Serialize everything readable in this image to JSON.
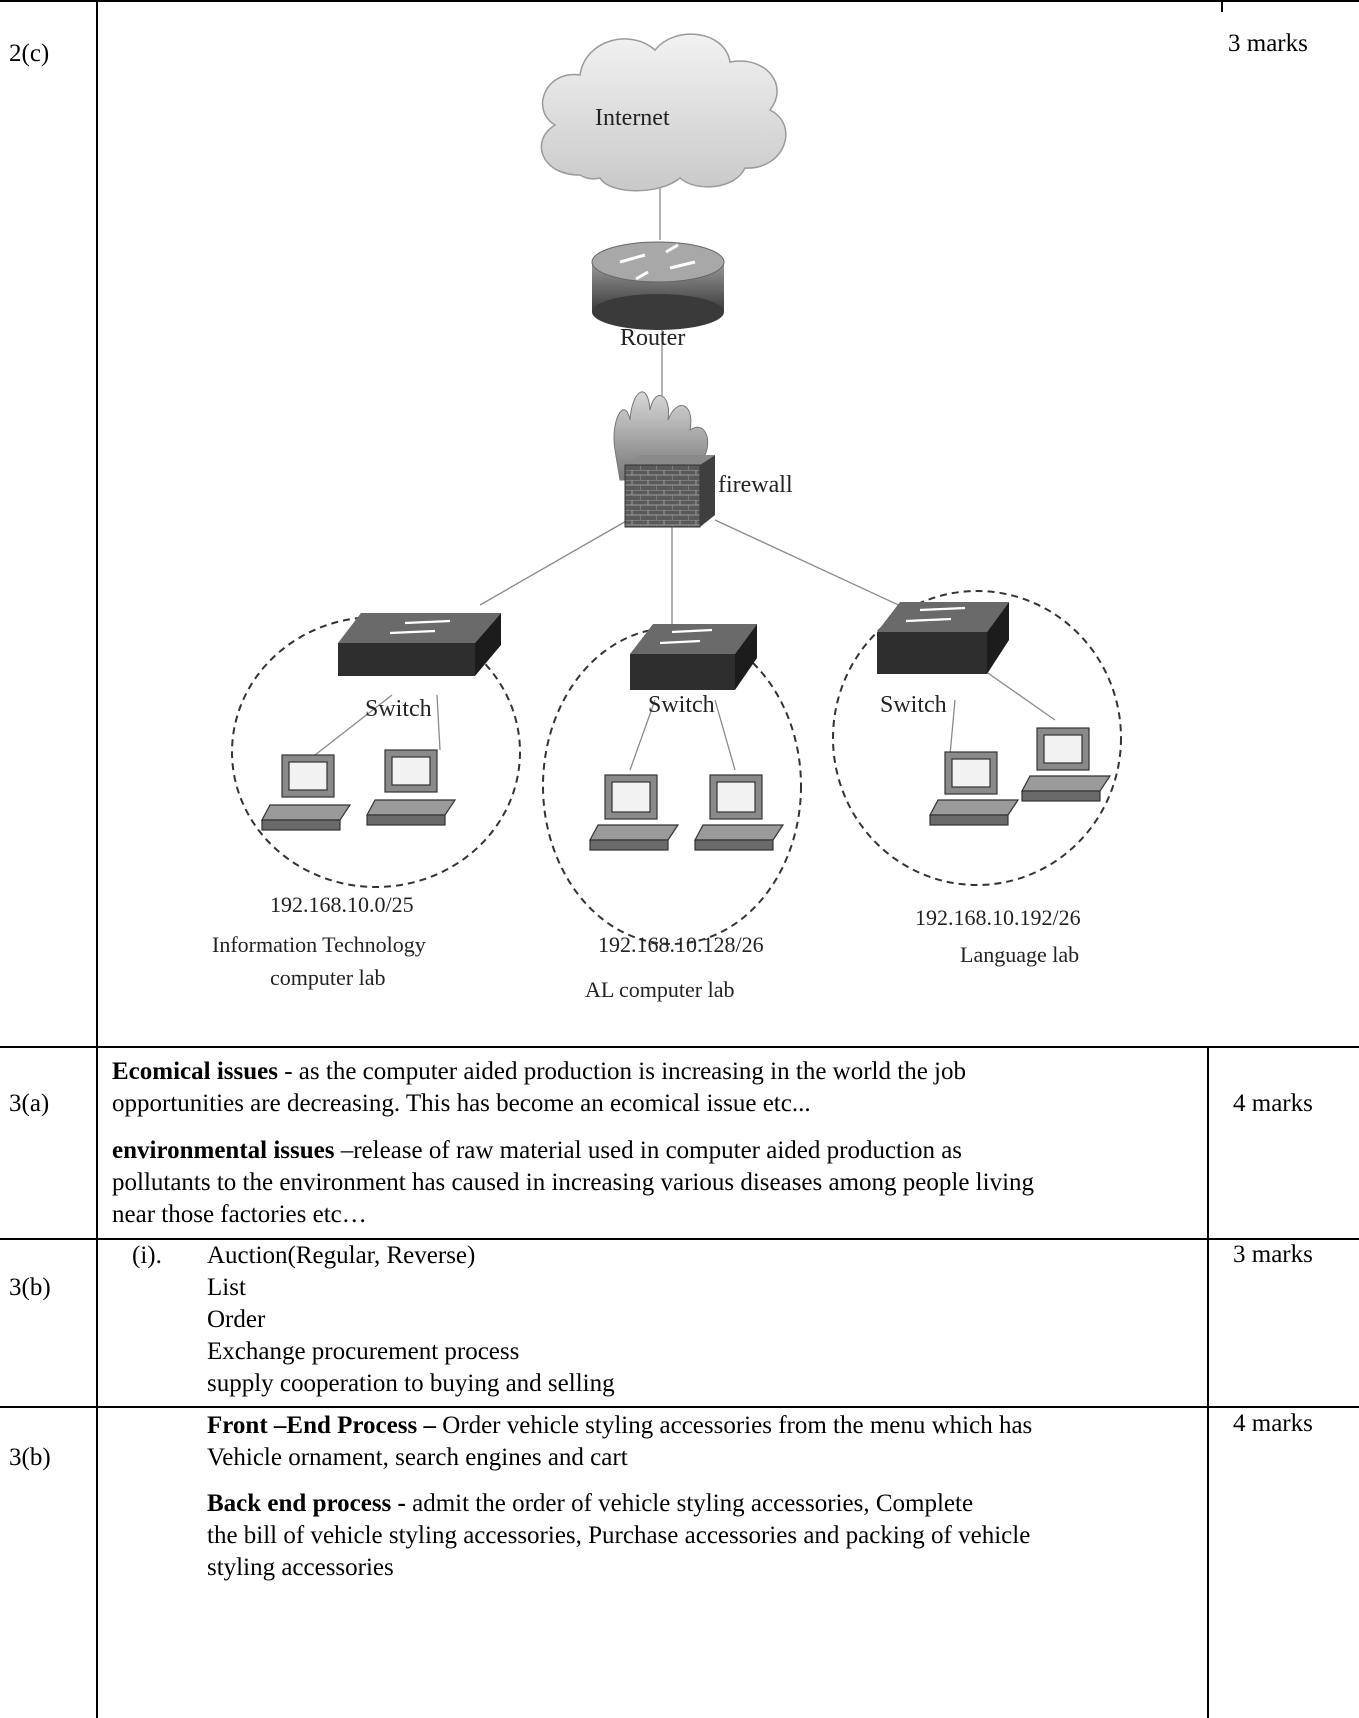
{
  "rows": [
    {
      "id": "2c",
      "label": "2(c)",
      "marks": "3 marks",
      "diagram": {
        "internet_label": "Internet",
        "router_label": "Router",
        "firewall_label": "firewall",
        "labs": [
          {
            "switch_label": "Switch",
            "subnet": "192.168.10.0/25",
            "name_line1": "Information Technology",
            "name_line2": "computer lab"
          },
          {
            "switch_label": "Switch",
            "subnet": "192.168.10.128/26",
            "name_line1": "AL computer lab",
            "name_line2": ""
          },
          {
            "switch_label": "Switch",
            "subnet": "192.168.10.192/26",
            "name_line1": "Language lab",
            "name_line2": ""
          }
        ]
      }
    },
    {
      "id": "3a",
      "label": "3(a)",
      "marks": "4 marks",
      "para1_bold": "Ecomical issues",
      "para1_line1": " - as the computer aided production is increasing in the world the job",
      "para1_line2": "opportunities are decreasing. This has become an ecomical issue etc...",
      "para2_bold": "environmental  issues",
      "para2_line1": " –release of raw material used in computer aided production as",
      "para2_line2": "pollutants to the environment has caused in increasing various diseases among people living",
      "para2_line3": "near those factories  etc…"
    },
    {
      "id": "3b1",
      "label": "3(b)",
      "marks": "3 marks",
      "list_marker": "(i).",
      "items": [
        "Auction(Regular, Reverse)",
        "List",
        "Order",
        "Exchange procurement process",
        "supply cooperation to buying and selling"
      ]
    },
    {
      "id": "3b2",
      "label": "3(b)",
      "marks": "4 marks",
      "front_bold": "Front –End Process –",
      "front_line1": "  Order vehicle styling accessories from the menu which has",
      "front_line2": "Vehicle ornament, search engines and cart",
      "back_bold": "Back end process -",
      "back_line1": "       admit the order of vehicle styling accessories, Complete",
      "back_line2": "the bill of vehicle styling accessories, Purchase  accessories and packing of vehicle",
      "back_line3": "styling accessories"
    }
  ]
}
